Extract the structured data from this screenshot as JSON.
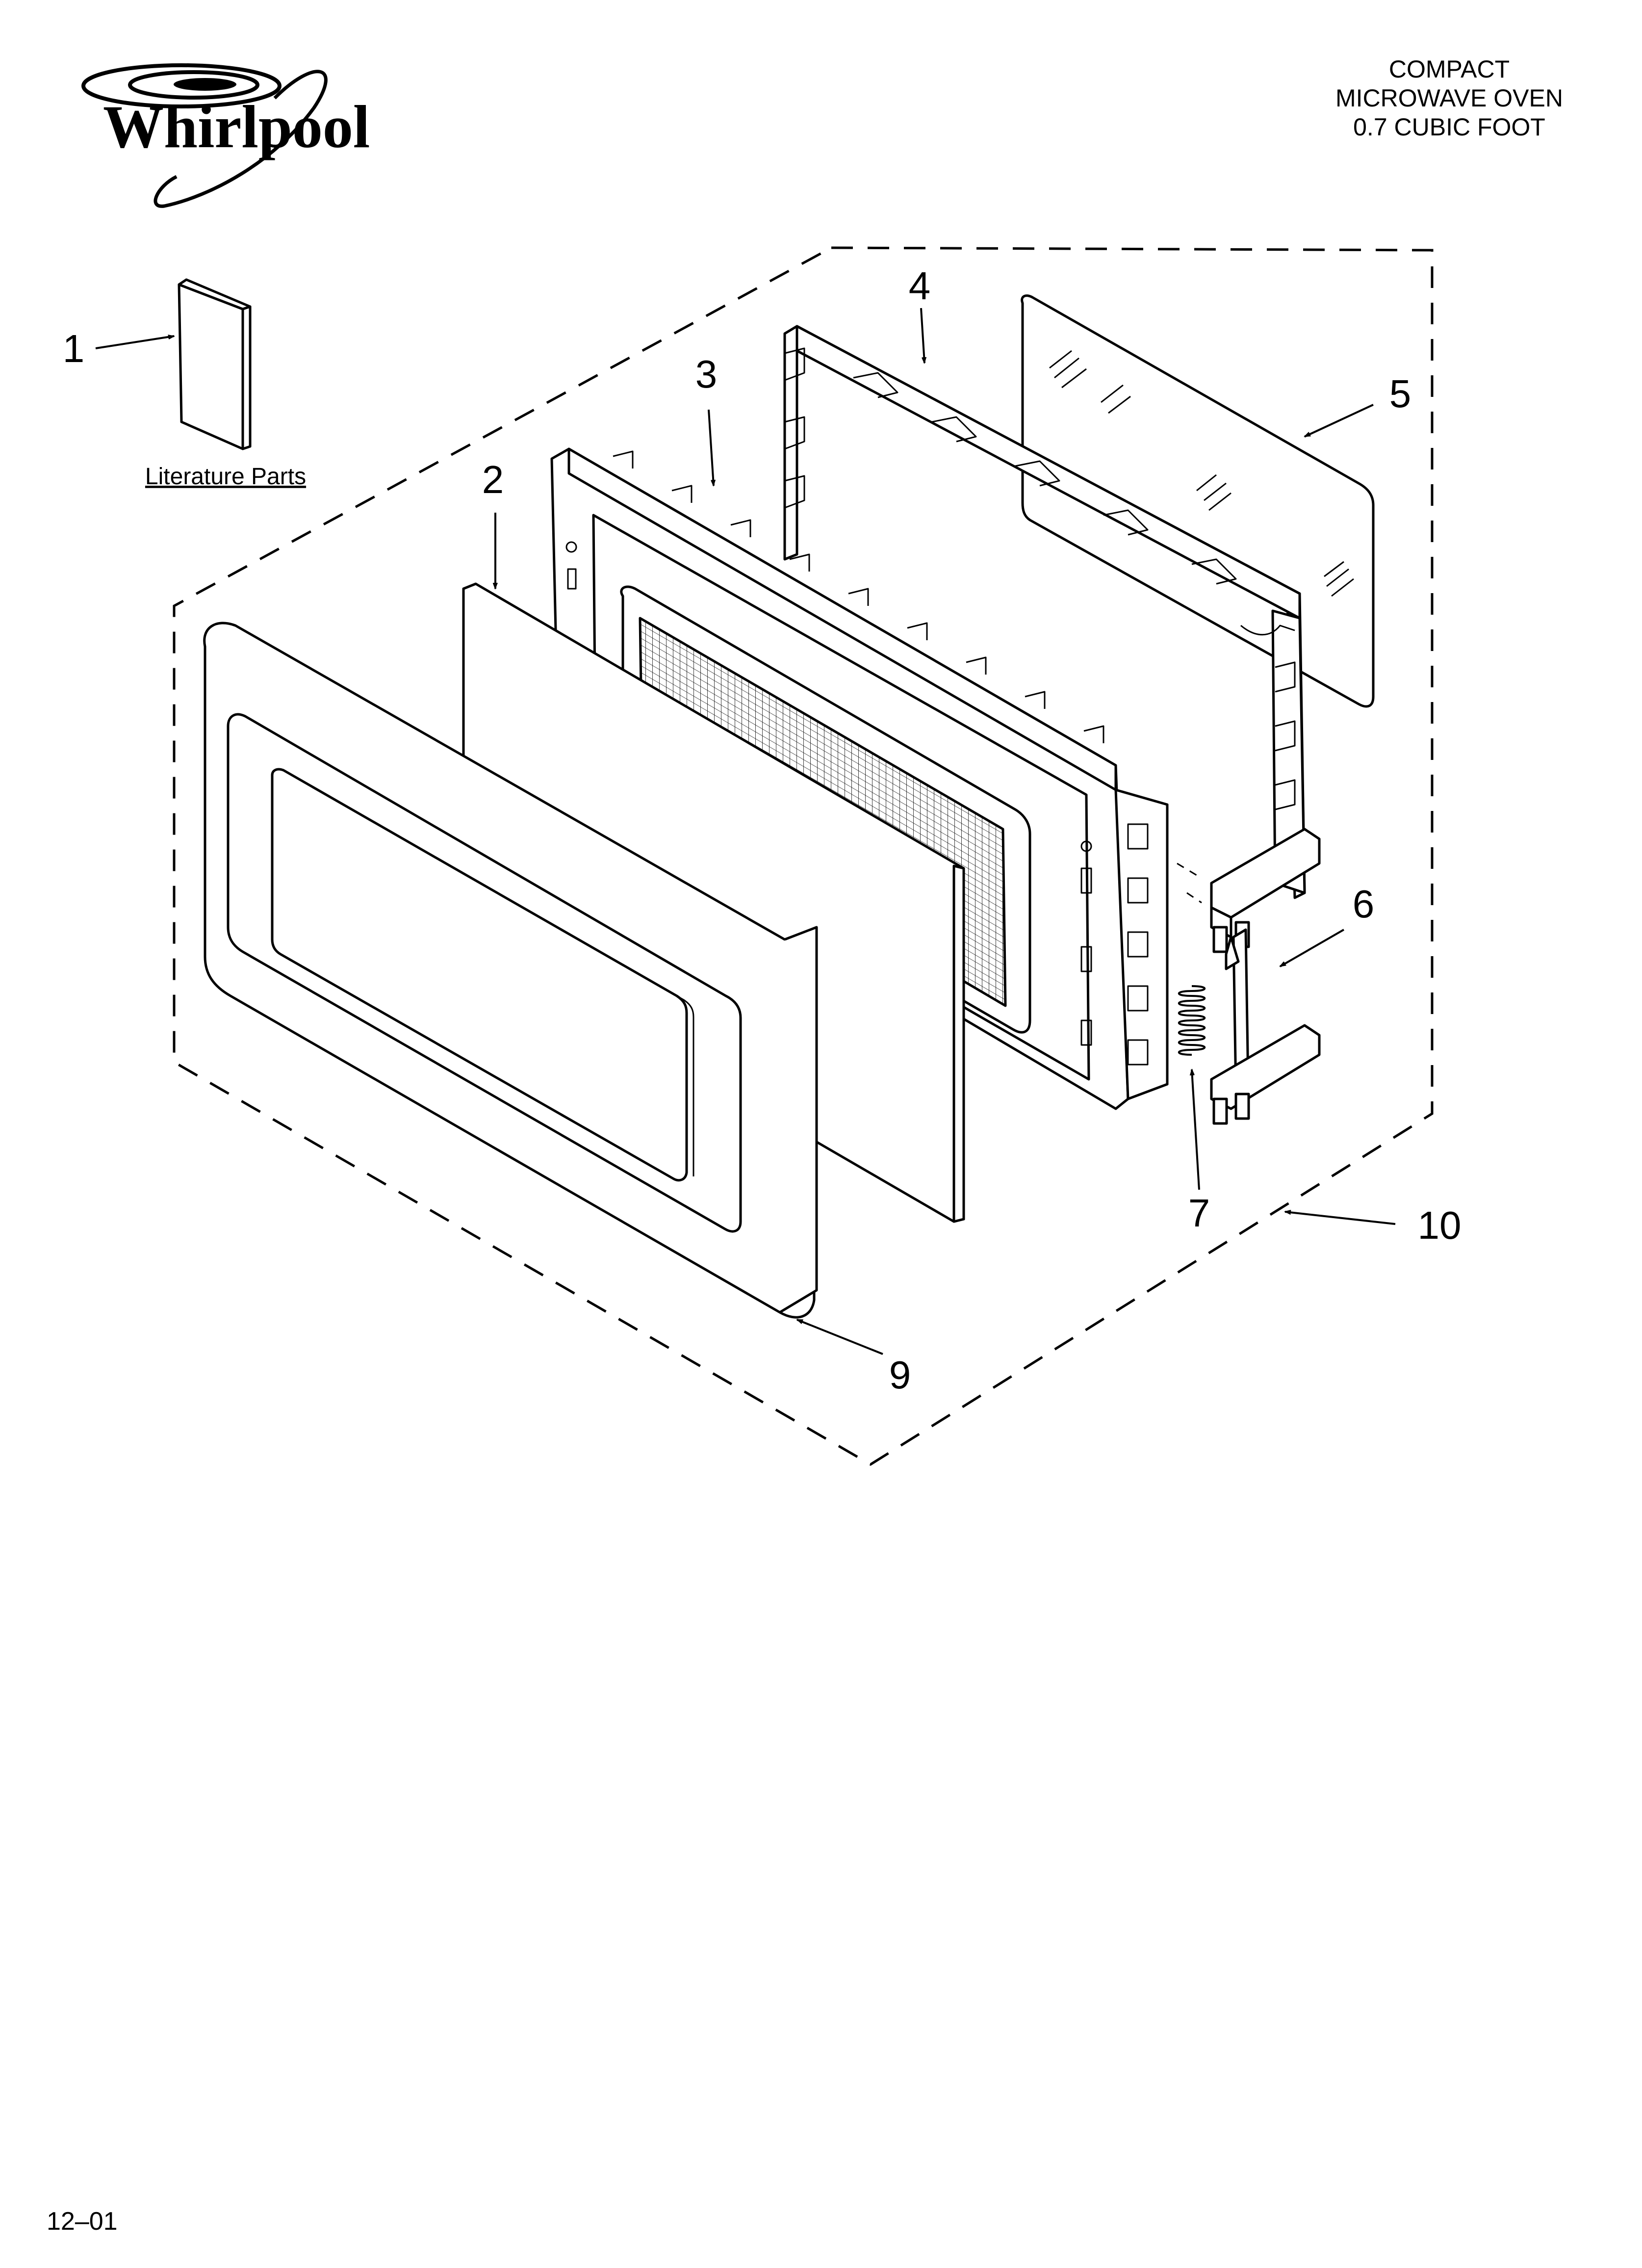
{
  "header": {
    "brand": "Whirlpool",
    "title_lines": [
      "COMPACT",
      "MICROWAVE OVEN",
      "0.7 CUBIC FOOT"
    ]
  },
  "literature": {
    "label": "Literature Parts"
  },
  "callouts": [
    "1",
    "2",
    "3",
    "4",
    "5",
    "6",
    "7",
    "9",
    "10"
  ],
  "footer": {
    "code": "12–01"
  },
  "icons": {
    "logo": "whirlpool-logo-swirl",
    "arrow": "leader-arrow"
  }
}
